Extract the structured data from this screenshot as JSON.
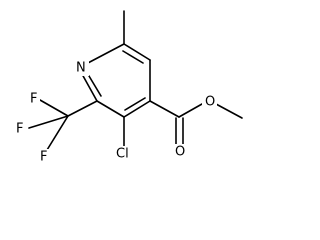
{
  "molecule": {
    "atoms": {
      "ring_nitrogen": "N",
      "chlorine": "Cl",
      "fluorine_1": "F",
      "fluorine_2": "F",
      "fluorine_3": "F",
      "carbonyl_oxygen": "O",
      "ester_oxygen": "O"
    },
    "bond_color": "#000000",
    "background_color": "#ffffff"
  }
}
